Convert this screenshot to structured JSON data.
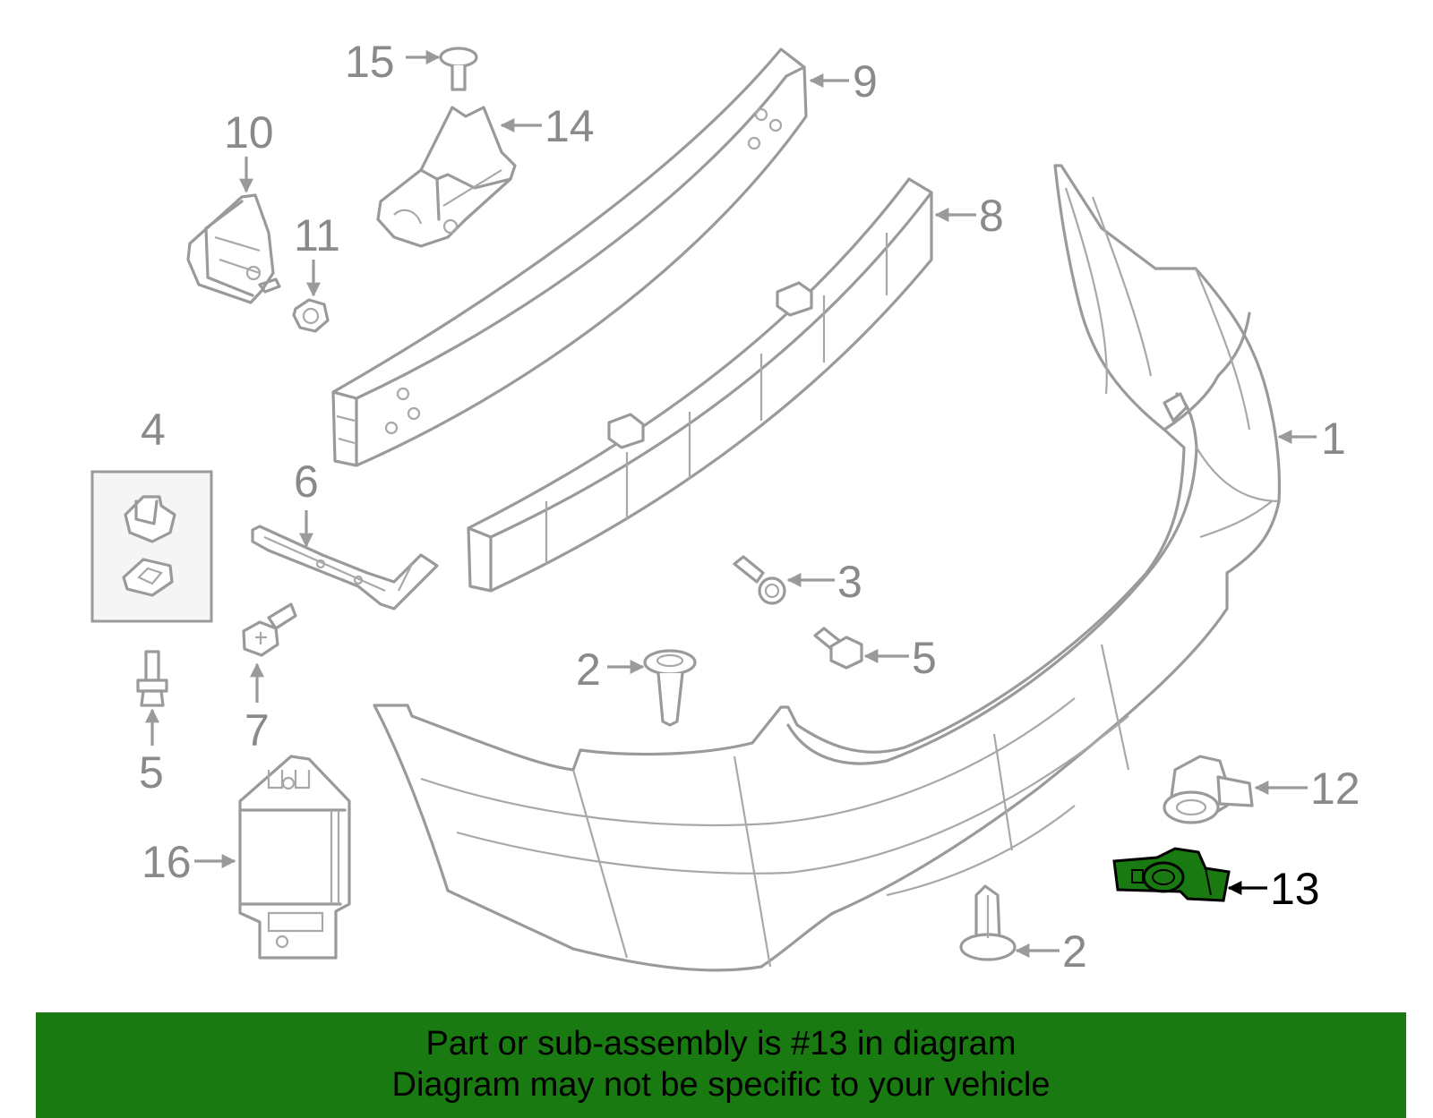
{
  "callouts": [
    "1",
    "2",
    "2",
    "3",
    "4",
    "5",
    "5",
    "6",
    "7",
    "8",
    "9",
    "10",
    "11",
    "12",
    "13",
    "14",
    "15",
    "16"
  ],
  "highlighted_part": "13",
  "highlight_color": "#1a7a12",
  "banner": {
    "line1": "Part or sub-assembly is #13 in diagram",
    "line2": "Diagram may not be specific to your vehicle"
  }
}
